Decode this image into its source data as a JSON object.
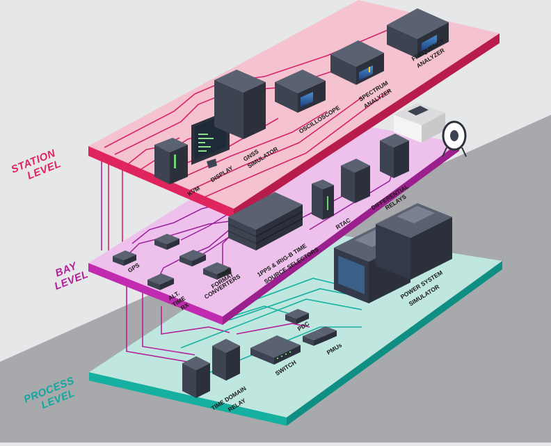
{
  "levels": {
    "station": {
      "line1": "STATION",
      "line2": "LEVEL",
      "color": "#e0245e"
    },
    "bay": {
      "line1": "BAY",
      "line2": "LEVEL",
      "color": "#b51f9c"
    },
    "process": {
      "line1": "PROCESS",
      "line2": "LEVEL",
      "color": "#13a89e"
    }
  },
  "station_equipment": {
    "kvm": "KVM",
    "display": "DISPLAY",
    "gnss_l1": "GNSS",
    "gnss_l2": "SIMULATOR",
    "oscilloscope": "OSCILLOSCOPE",
    "spectrum_l1": "SPECTRUM",
    "spectrum_l2": "ANALYZER",
    "frequency_l1": "FREQUENCY",
    "frequency_l2": "ANALYZER"
  },
  "bay_equipment": {
    "gps": "GPS",
    "alt_l1": "ALT.",
    "alt_l2": "TIME",
    "alt_l3": "RX",
    "tfc_l1": "TIME",
    "tfc_l2": "FORMAT",
    "tfc_l3": "CONVERTERS",
    "sel_l1": "1PPS & IRIG-B TIME",
    "sel_l2": "SOURCE SELECTORS",
    "rtac": "RTAC",
    "diff_l1": "DIFFERENTIAL",
    "diff_l2": "RELAYS"
  },
  "process_equipment": {
    "tdr_l1": "TIME DOMAIN",
    "tdr_l2": "RELAY",
    "switch": "SWITCH",
    "pmus": "PMUs",
    "pdc": "PDC",
    "pss_l1": "POWER SYSTEM",
    "pss_l2": "SIMULATOR"
  },
  "colors": {
    "background": "#e6e7e8",
    "ground": "#a7a9ac",
    "station_fill": "#f5c3cf",
    "station_edge": "#e0245e",
    "bay_fill": "#eec0ec",
    "bay_edge": "#c02bb0",
    "process_fill": "#bfe7df",
    "process_edge": "#16b0a0",
    "device": "#3d4350"
  }
}
